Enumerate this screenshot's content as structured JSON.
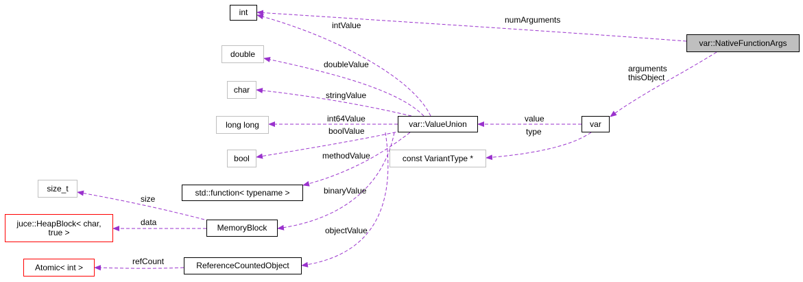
{
  "colors": {
    "edge": "#9a32cd",
    "node_border": "#000000",
    "external_border": "#bfbfbf",
    "incomplete_border": "#ff0000",
    "focus_fill": "#bfbfbf"
  },
  "nodes": {
    "int": "int",
    "native_function_args": "var::NativeFunctionArgs",
    "double": "double",
    "char": "char",
    "long_long": "long long",
    "value_union": "var::ValueUnion",
    "var": "var",
    "bool": "bool",
    "const_variant_type": "const VariantType *",
    "std_function": "std::function< typename >",
    "size_t": "size_t",
    "heap_block_line1": "juce::HeapBlock< char,",
    "heap_block_line2": "true >",
    "memory_block": "MemoryBlock",
    "atomic": "Atomic< int >",
    "reference_counted_object": "ReferenceCountedObject"
  },
  "edge_labels": {
    "num_arguments": "numArguments",
    "int_value": "intValue",
    "arguments": "arguments",
    "this_object": "thisObject",
    "double_value": "doubleValue",
    "string_value": "stringValue",
    "int64_value": "int64Value",
    "bool_value": "boolValue",
    "value": "value",
    "type": "type",
    "method_value": "methodValue",
    "size": "size",
    "binary_value": "binaryValue",
    "data": "data",
    "object_value": "objectValue",
    "ref_count": "refCount"
  }
}
